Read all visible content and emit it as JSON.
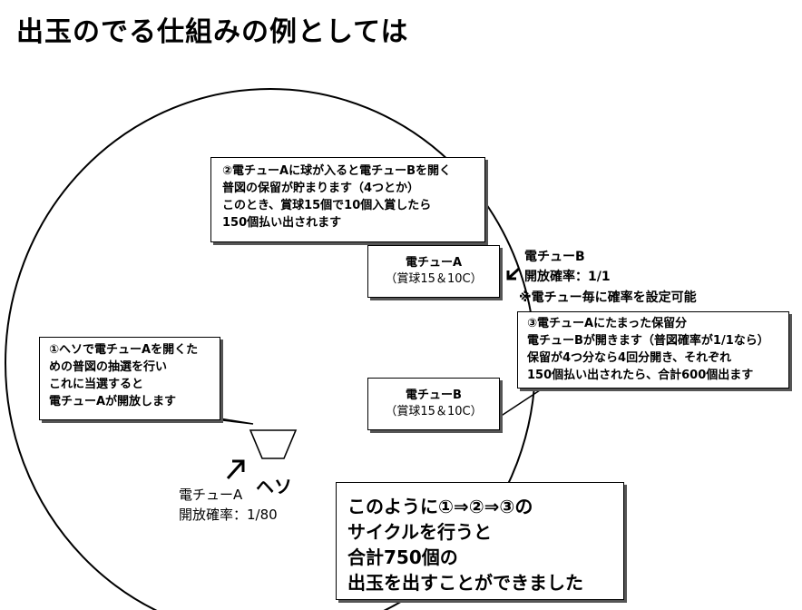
{
  "title": "出玉のでる仕組みの例としては",
  "balloon2": {
    "lines": [
      "②電チューAに球が入ると電チューBを開く",
      "普図の保留が貯まります（4つとか）",
      "このとき、賞球15個で10個入賞したら",
      "150個払い出されます"
    ]
  },
  "box_a": {
    "line1": "電チューA",
    "line2": "（賞球15＆10C）"
  },
  "box_b": {
    "line1": "電チューB",
    "line2": "（賞球15＆10C）"
  },
  "label_b": {
    "line1": "電チューB",
    "line2": "開放確率：1/1"
  },
  "note_b": "※電チュー毎に確率を設定可能",
  "balloon3": {
    "lines": [
      "③電チューAにたまった保留分",
      "電チューBが開きます（普図確率が1/1なら）",
      "保留が4つ分なら4回分開き、それぞれ",
      "150個払い出されたら、合計600個出ます"
    ]
  },
  "balloon1": {
    "lines": [
      "①ヘソで電チューAを開くた",
      "めの普図の抽選を行い",
      "これに当選すると",
      "電チューAが開放します"
    ]
  },
  "heso": "ヘソ",
  "label_a": {
    "line1": "電チューA",
    "line2": "開放確率：1/80"
  },
  "summary": {
    "lines": [
      "このように①⇒②⇒③の",
      "サイクルを行うと",
      "合計750個の",
      "出玉を出すことができました"
    ]
  }
}
